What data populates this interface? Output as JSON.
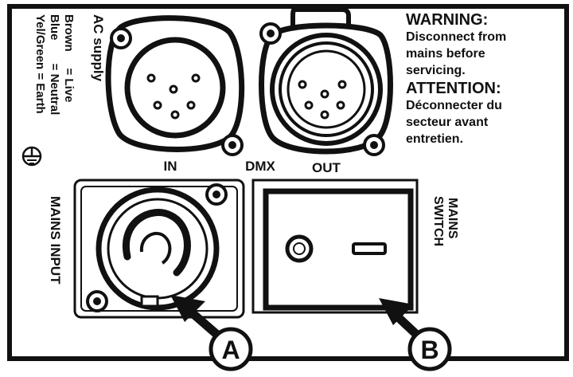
{
  "ac_supply": {
    "title": "AC supply",
    "lines": [
      "Brown     = Live",
      "Blue       = Neutral",
      "Yel/Green = Earth"
    ]
  },
  "connectors": {
    "in_label": "IN",
    "dmx_label": "DMX",
    "out_label": "OUT"
  },
  "mains_input_label": "MAINS INPUT",
  "mains_switch_label": [
    "MAINS",
    "SWITCH"
  ],
  "warning": {
    "en_title": "WARNING:",
    "en_lines": [
      "Disconnect from",
      "mains before",
      "servicing."
    ],
    "fr_title": "ATTENTION:",
    "fr_lines": [
      "Déconnecter du",
      "secteur avant",
      "entretien."
    ]
  },
  "callouts": [
    "A",
    "B"
  ]
}
